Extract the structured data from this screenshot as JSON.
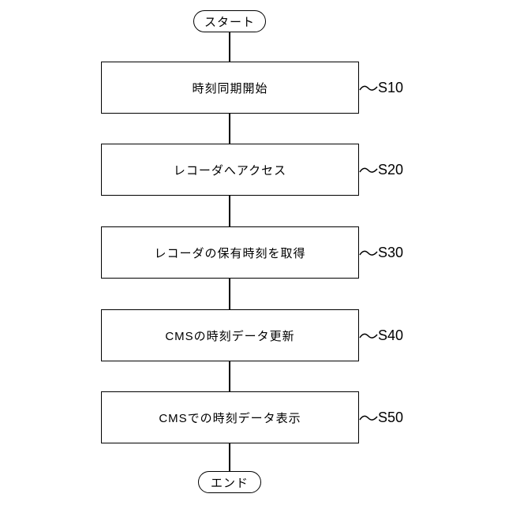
{
  "flowchart": {
    "start_label": "スタート",
    "end_label": "エンド",
    "steps": [
      {
        "label": "時刻同期開始",
        "tag": "S10"
      },
      {
        "label": "レコーダへアクセス",
        "tag": "S20"
      },
      {
        "label": "レコーダの保有時刻を取得",
        "tag": "S30"
      },
      {
        "label": "CMSの時刻データ更新",
        "tag": "S40"
      },
      {
        "label": "CMSでの時刻データ表示",
        "tag": "S50"
      }
    ]
  }
}
